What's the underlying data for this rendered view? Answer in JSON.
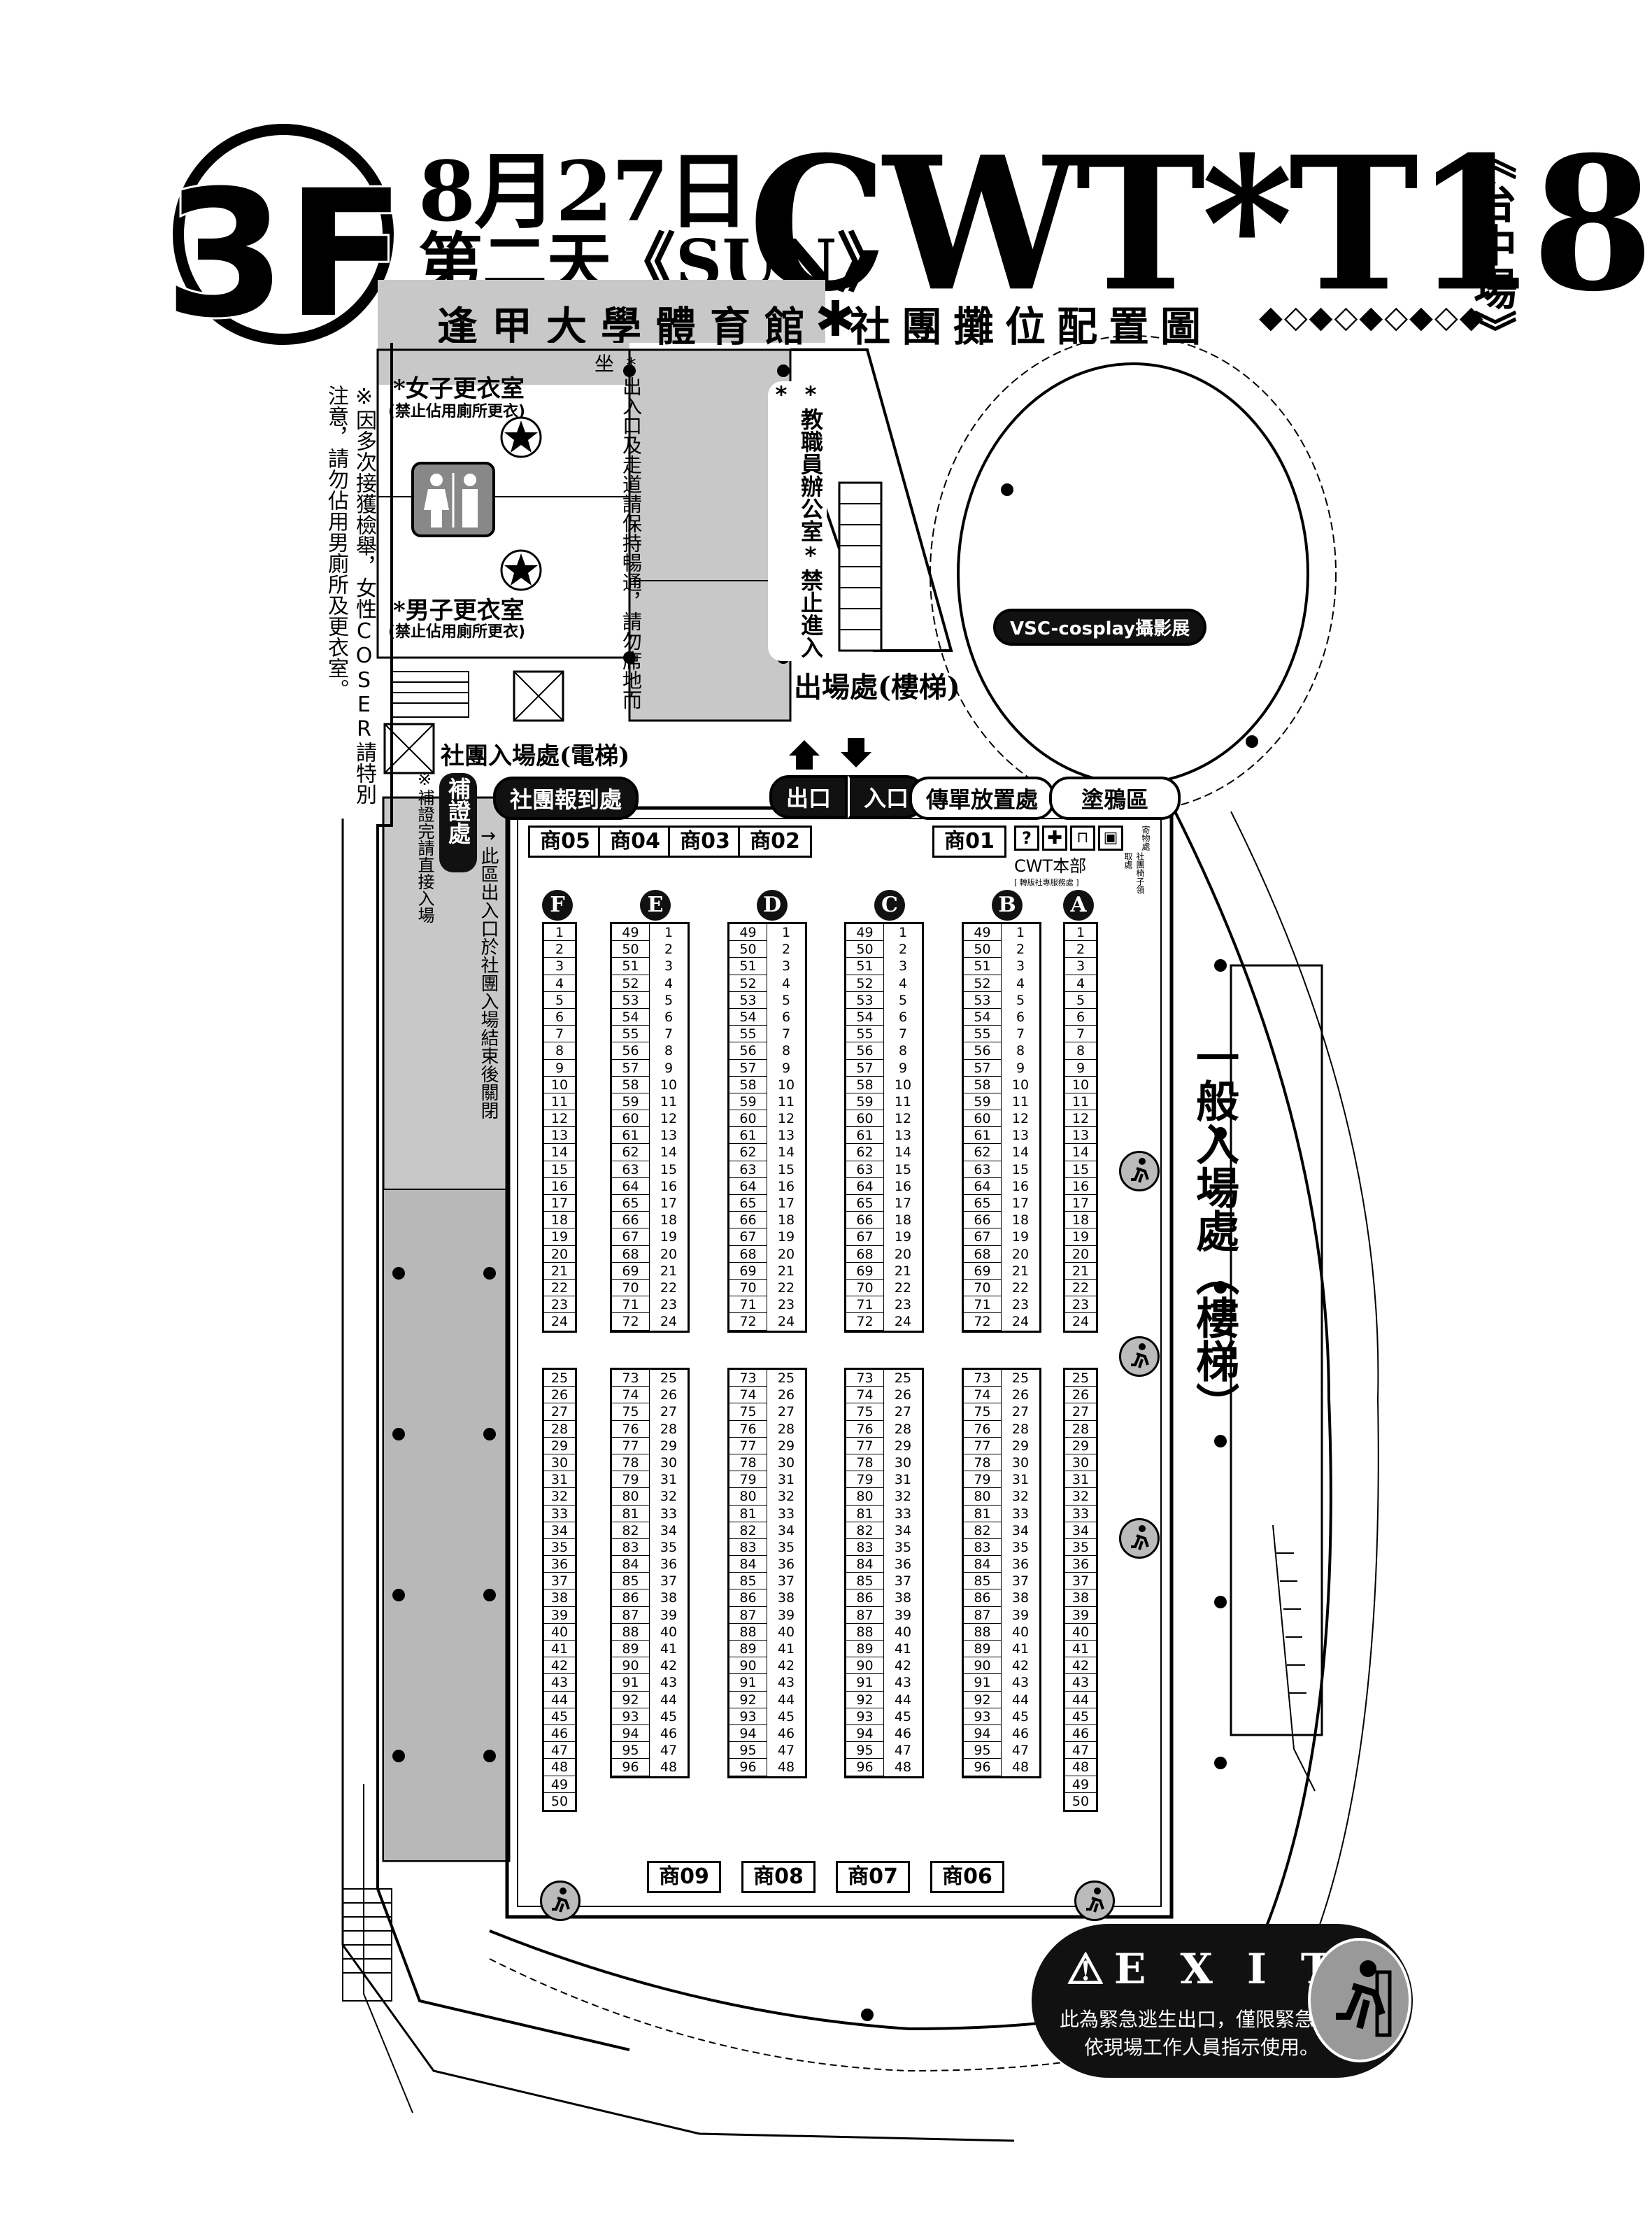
{
  "header": {
    "floor": "3F",
    "date": "8月27日",
    "day": "第二天《SUN》",
    "event": "CWT*T18",
    "city": "《台中場》",
    "venue": "逢甲大學體育館",
    "star": "✱",
    "map_title": "社團攤位配置圖",
    "diamonds": "◆◇◆◇◆◇◆◇◆"
  },
  "labels": {
    "women_room": "*女子更衣室",
    "women_note": "(禁止佔用廁所更衣)",
    "men_room": "*男子更衣室",
    "men_note": "(禁止佔用廁所更衣)",
    "coser_note": "※因多次接獲檢舉，女性COSER請特別注意，請勿佔用男廁所及更衣室。",
    "aisle_note": "*出入口及走道請保持暢通，請勿席地而坐",
    "staff_office": "*教職員辦公室*禁止進入*",
    "exit_stairs": "出場處(樓梯)",
    "vsc": "VSC-cosplay攝影展",
    "club_entrance": "社團入場處(電梯)",
    "supplement": "補證處",
    "supplement_note": "※補證完請直接入場",
    "club_checkin": "社團報到處",
    "exit": "出口",
    "entrance": "入口",
    "flyer": "傳單放置處",
    "graffiti": "塗鴉區",
    "area_note": "→此區出入口於社團入場結束後關閉",
    "general_entrance": "一般入場處（樓梯）",
    "cwt_hq": "CWT本部",
    "hq_sub": "[ 轉版社專服務處 ]",
    "chairs": "社團椅子領取處",
    "storage": "寄物處",
    "exit_title": "E X I T",
    "exit_note1": "此為緊急逃生出口，僅限緊急時",
    "exit_note2": "依現場工作人員指示使用。"
  },
  "shops_top": [
    "商05",
    "商04",
    "商03",
    "商02",
    "商01"
  ],
  "shops_bottom": [
    "商09",
    "商08",
    "商07",
    "商06"
  ],
  "rows": [
    "F",
    "E",
    "D",
    "C",
    "B",
    "A"
  ],
  "booths": {
    "outer_count": 50,
    "inner_upper_first": 49,
    "inner_upper_last": 72,
    "inner_lower_first": 73,
    "inner_lower_last": 96,
    "upper_last": 24,
    "lower_first": 25,
    "lower_last": 48
  },
  "icon_names": [
    "restroom-icon",
    "star-icon",
    "elevator-icon",
    "emergency-exit-icon",
    "info-icon",
    "first-aid-icon"
  ]
}
